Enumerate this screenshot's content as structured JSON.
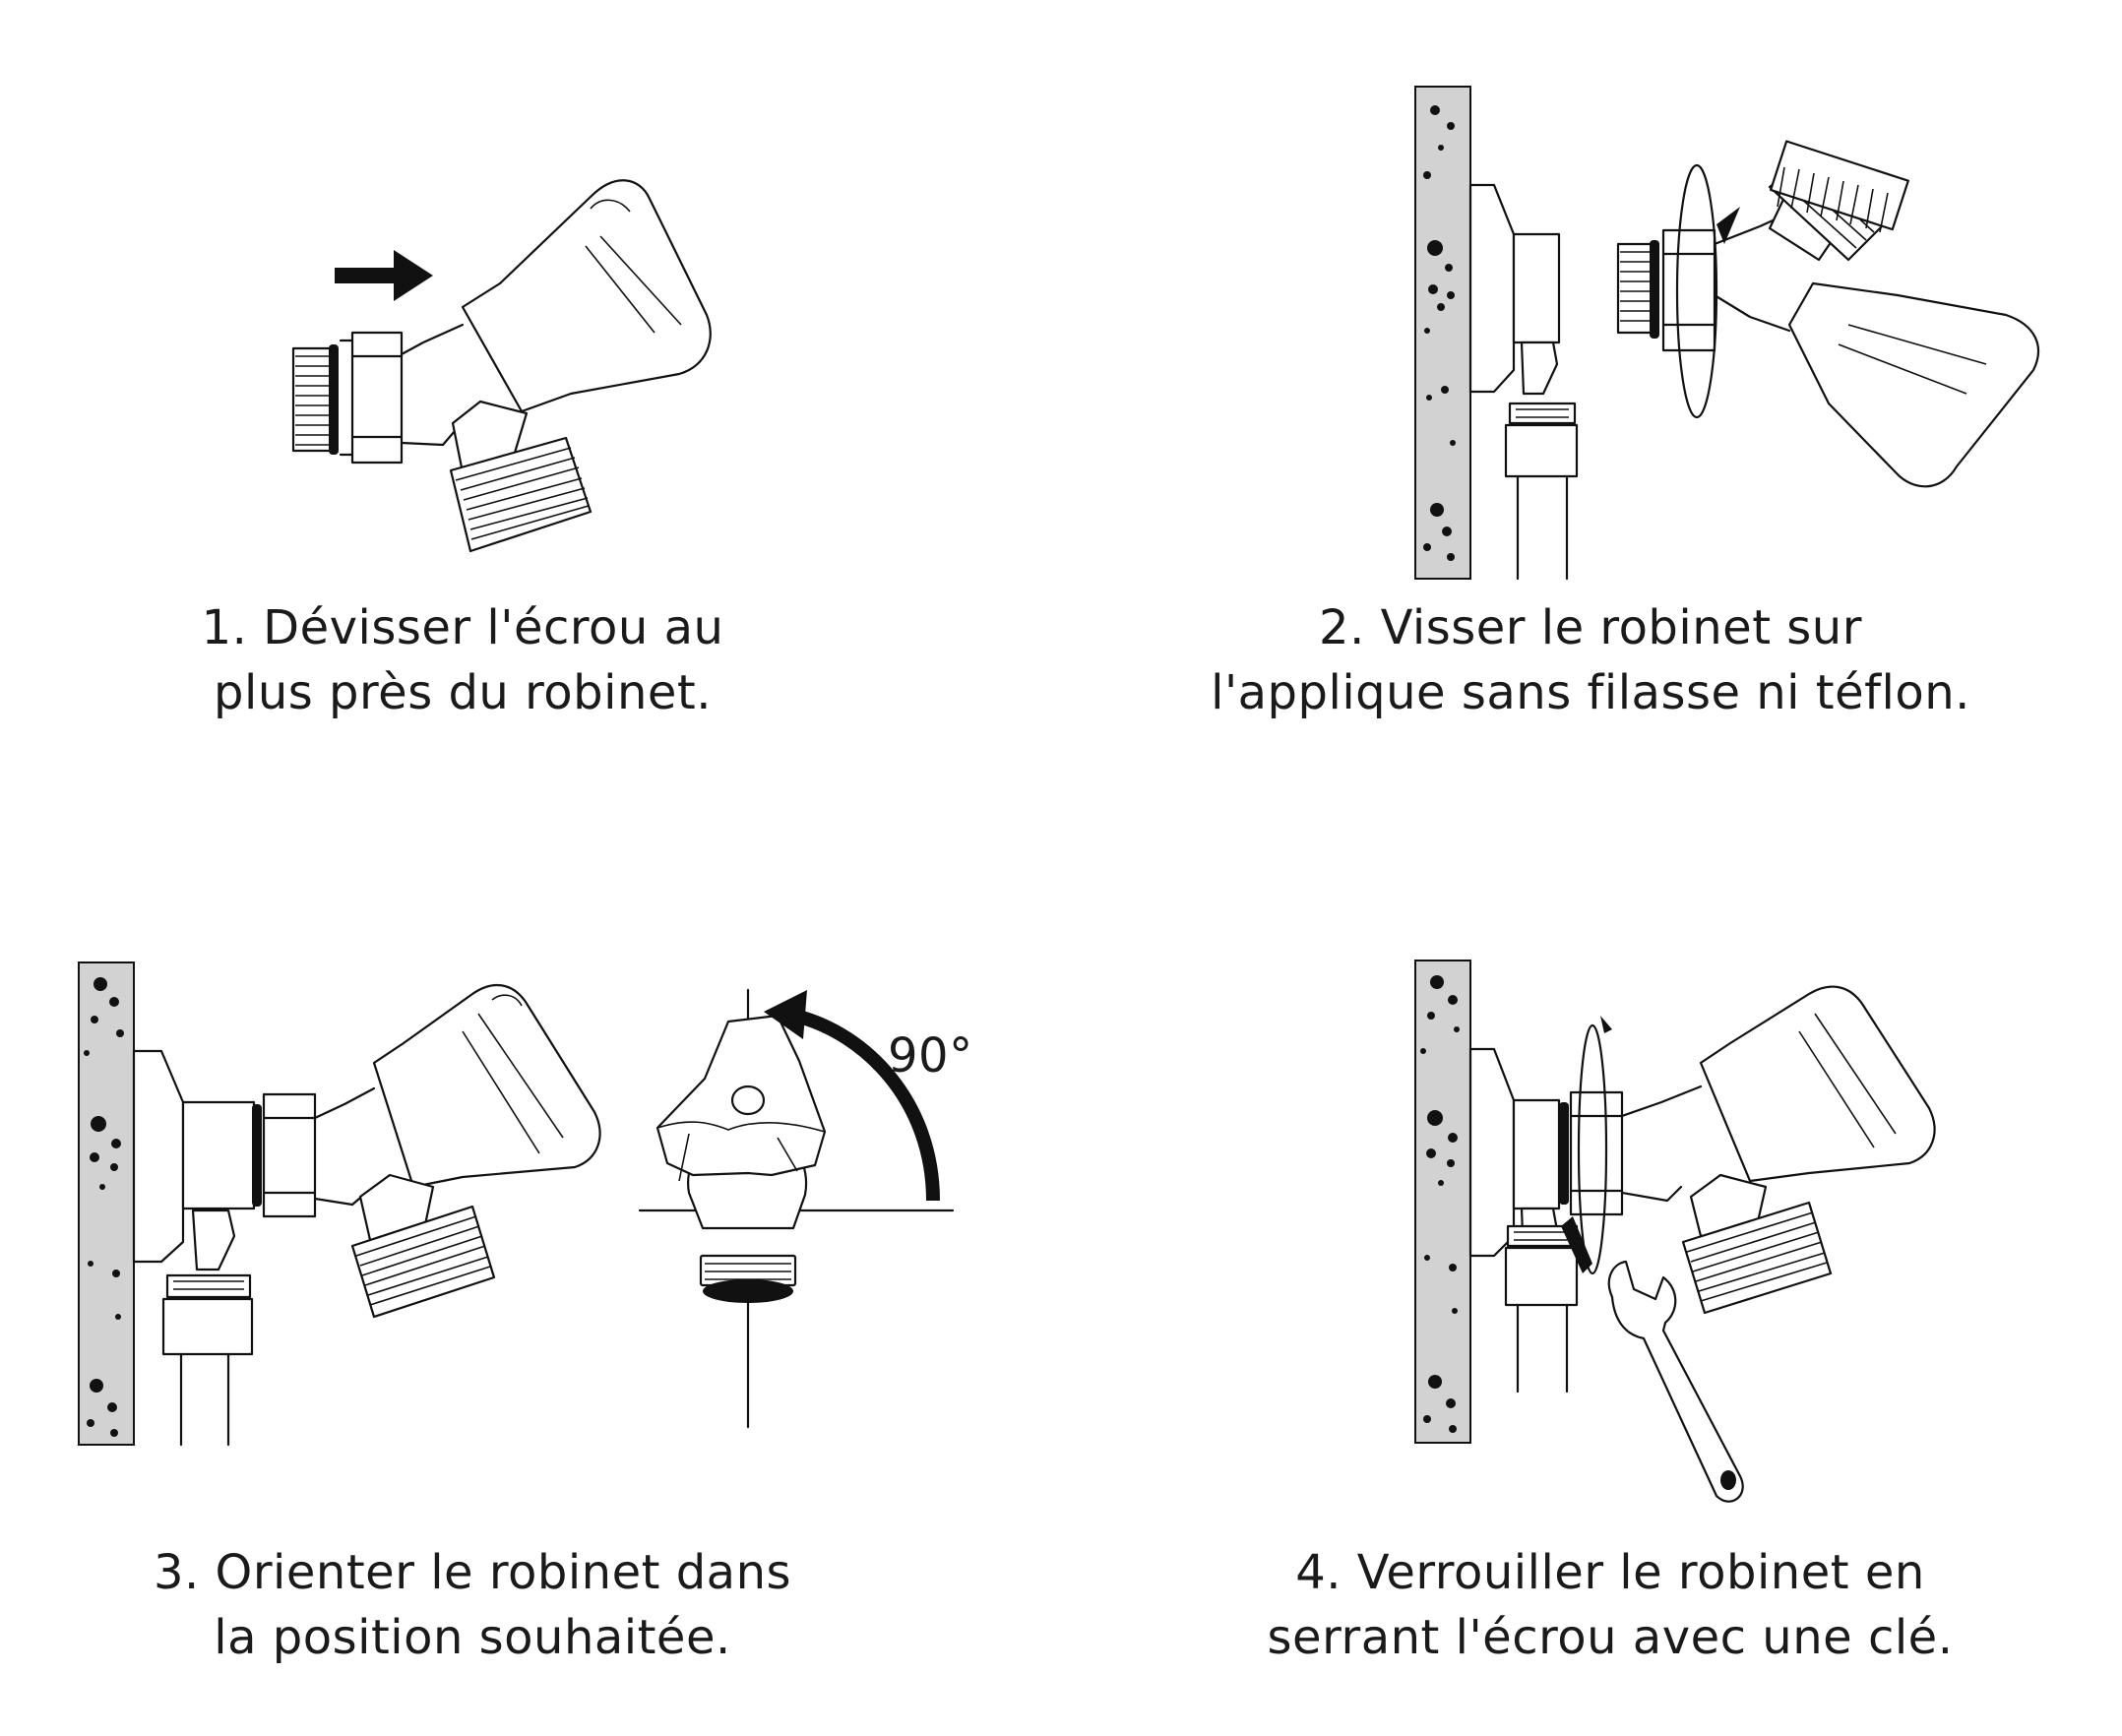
{
  "steps": [
    {
      "line1": "1. Dévisser l'écrou au",
      "line2": "plus près du robinet."
    },
    {
      "line1": "2. Visser le robinet sur",
      "line2": "l'applique sans filasse ni téflon."
    },
    {
      "line1": "3. Orienter le robinet dans",
      "line2": "la position souhaitée."
    },
    {
      "line1": "4. Verrouiller le robinet en",
      "line2": "serrant l'écrou avec une clé."
    }
  ],
  "angle_label": "90°",
  "colors": {
    "ink": "#111111",
    "wall": "#d2d2d2",
    "background": "#ffffff"
  },
  "icons": [
    "direction-arrow-icon",
    "rotation-arrow-icon",
    "wrench-icon"
  ]
}
